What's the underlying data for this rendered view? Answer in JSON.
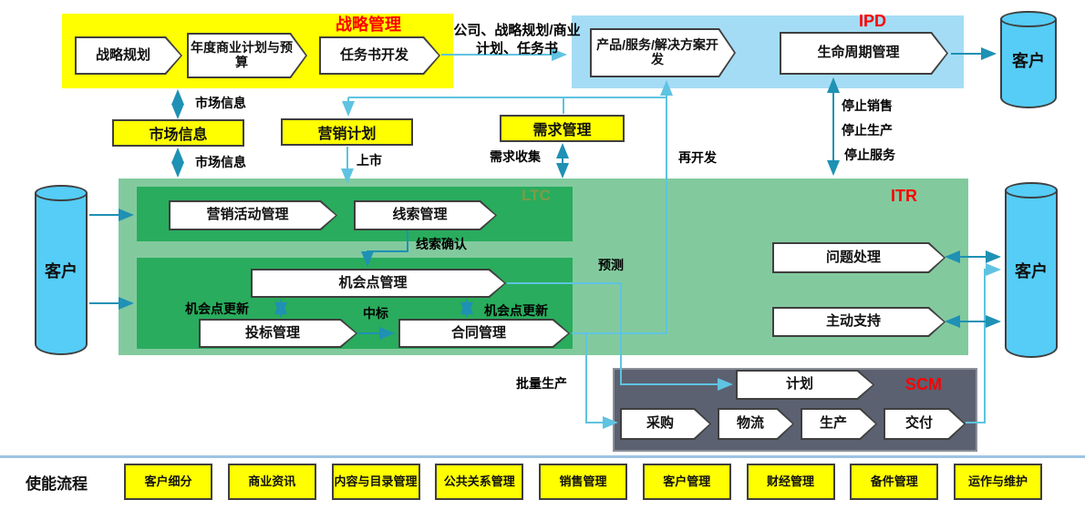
{
  "strategy": {
    "label": "战略管理",
    "steps": [
      "战略规划",
      "年度商业计划与预算",
      "任务书开发"
    ],
    "output_note": "公司、战略规划/商业计划、任务书"
  },
  "ipd": {
    "label": "IPD",
    "steps": [
      "产品/服务/解决方案开发",
      "生命周期管理"
    ]
  },
  "ltc": {
    "label": "LTC",
    "band1": [
      "营销活动管理",
      "线索管理"
    ],
    "band2": [
      "机会点管理",
      "投标管理",
      "合同管理"
    ]
  },
  "itr": {
    "label": "ITR",
    "steps": [
      "问题处理",
      "主动支持"
    ]
  },
  "scm": {
    "label": "SCM",
    "plan": "计划",
    "steps": [
      "采购",
      "物流",
      "生产",
      "交付"
    ]
  },
  "info_boxes": {
    "market_info": "市场信息",
    "marketing_plan": "营销计划",
    "demand_mgmt": "需求管理"
  },
  "flow_labels": {
    "market_info_up": "市场信息",
    "market_info_down": "市场信息",
    "launch": "上市",
    "demand_collect": "需求收集",
    "redevelop": "再开发",
    "stop_sales": "停止销售",
    "stop_production": "停止生产",
    "stop_service": "停止服务",
    "lead_confirm": "线索确认",
    "opp_update_left": "机会点更新",
    "opp_update_right": "机会点更新",
    "win_bid": "中标",
    "forecast": "预测",
    "mass_production": "批量生产"
  },
  "customers": {
    "top": "客户",
    "left": "客户",
    "right": "客户"
  },
  "enablers": {
    "title": "使能流程",
    "items": [
      "客户细分",
      "商业资讯",
      "内容与目录管理",
      "公共关系管理",
      "销售管理",
      "客户管理",
      "财经管理",
      "备件管理",
      "运作与维护"
    ]
  },
  "colors": {
    "section_label_red": "#FF0000",
    "ltc_label": "#7F9A48",
    "yellow": "#FFFF00",
    "ipd_blue": "#A5DCF5",
    "light_green": "#82CA9E",
    "dark_green": "#29AC5D",
    "scm_slate": "#5B6170",
    "cylinder_cyan": "#55CDF6",
    "teal_line": "#1E91B4",
    "light_line": "#5FC3E1",
    "divider_blue": "#9DC3E6"
  }
}
